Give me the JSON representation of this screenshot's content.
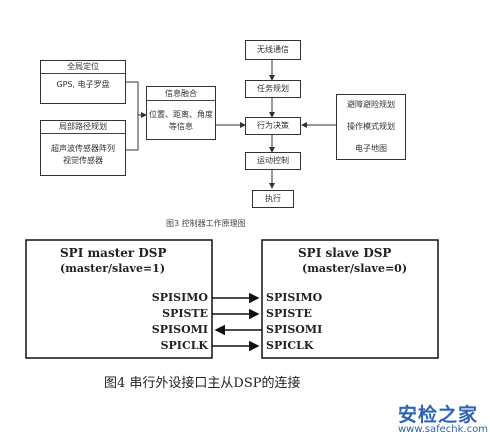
{
  "fig3": {
    "global_pos_title": "全局定位",
    "global_pos_body": "GPS, 电子罗盘",
    "local_plan_title": "局部路径规划",
    "local_plan_body_1": "超声波传感器阵列",
    "local_plan_body_2": "视觉传感器",
    "info_fusion_title": "信息融合",
    "info_fusion_body_1": "位置、距离、角度",
    "info_fusion_body_2": "等信息",
    "wireless": "无线通信",
    "task_plan": "任务规划",
    "behavior": "行为决策",
    "right_title": "避障避险规划",
    "op_mode": "操作模式规划",
    "emap": "电子地图",
    "motion": "运动控制",
    "exec": "执行",
    "caption": "图3   控制器工作原理图"
  },
  "fig4": {
    "master_title": "SPI master DSP",
    "master_sub": "(master/slave=1)",
    "slave_title": "SPI slave DSP",
    "slave_sub": "(master/slave=0)",
    "sig1": "SPISIMO",
    "sig2": "SPISTE",
    "sig3": "SPISOMI",
    "sig4": "SPICLK",
    "caption": "图4     串行外设接口主从DSP的连接"
  },
  "watermark": {
    "brand": "安检之家",
    "url": "www.safechk.com"
  }
}
